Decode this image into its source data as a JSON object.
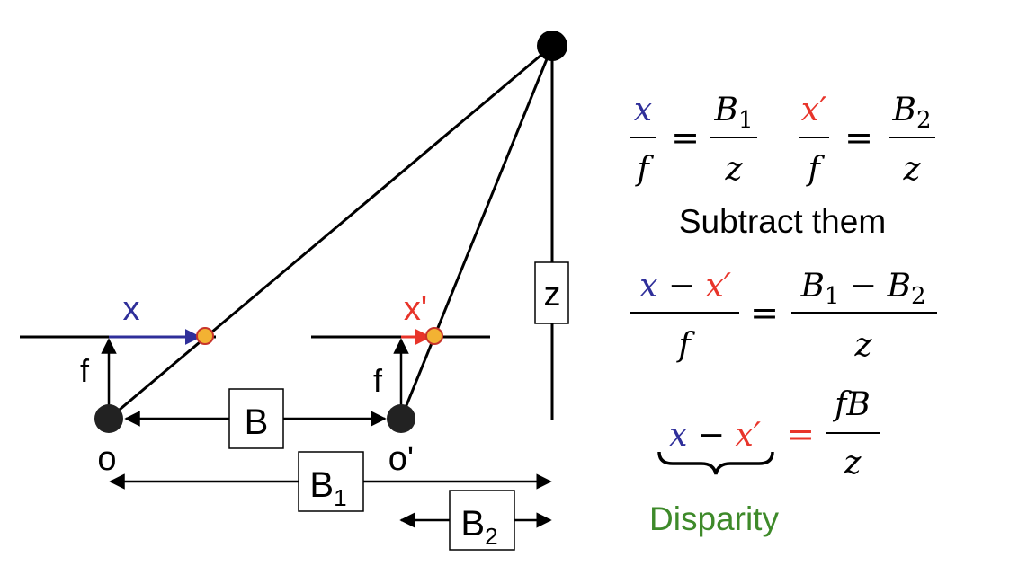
{
  "colors": {
    "ink": "#000000",
    "blue": "#2f2f9a",
    "red": "#e8342a",
    "green": "#3e8a2a",
    "marker_fill": "#f2b233",
    "marker_edge": "#c8342a"
  },
  "diagram": {
    "label_x": "x",
    "label_x_prime": "x'",
    "label_f_left": "f",
    "label_f_right": "f",
    "label_o": "o",
    "label_o_prime": "o'",
    "label_B": "B",
    "label_B1_base": "B",
    "label_B1_sub": "1",
    "label_B2_base": "B",
    "label_B2_sub": "2",
    "label_z": "z"
  },
  "equations": {
    "eq1_num": "x",
    "eq1_den": "f",
    "eq1_eq": "=",
    "eq1_rhs_num_base": "B",
    "eq1_rhs_num_sub": "1",
    "eq1_rhs_den": "z",
    "eq2_num": "x′",
    "eq2_den": "f",
    "eq2_eq": "=",
    "eq2_rhs_num_base": "B",
    "eq2_rhs_num_sub": "2",
    "eq2_rhs_den": "z",
    "subtract_text": "Subtract them",
    "eq3_num_x": "x",
    "eq3_num_minus": " − ",
    "eq3_num_xp": "x′",
    "eq3_den": "f",
    "eq3_eq": "=",
    "eq3_rhs_b1": "B",
    "eq3_rhs_b1_sub": "1",
    "eq3_rhs_minus": " − ",
    "eq3_rhs_b2": "B",
    "eq3_rhs_b2_sub": "2",
    "eq3_rhs_den": "z",
    "eq4_x": "x",
    "eq4_minus": " − ",
    "eq4_xp": "x′",
    "eq4_eq": "=",
    "eq4_rhs_num": "fB",
    "eq4_rhs_den": "z",
    "disparity_label": "Disparity"
  }
}
